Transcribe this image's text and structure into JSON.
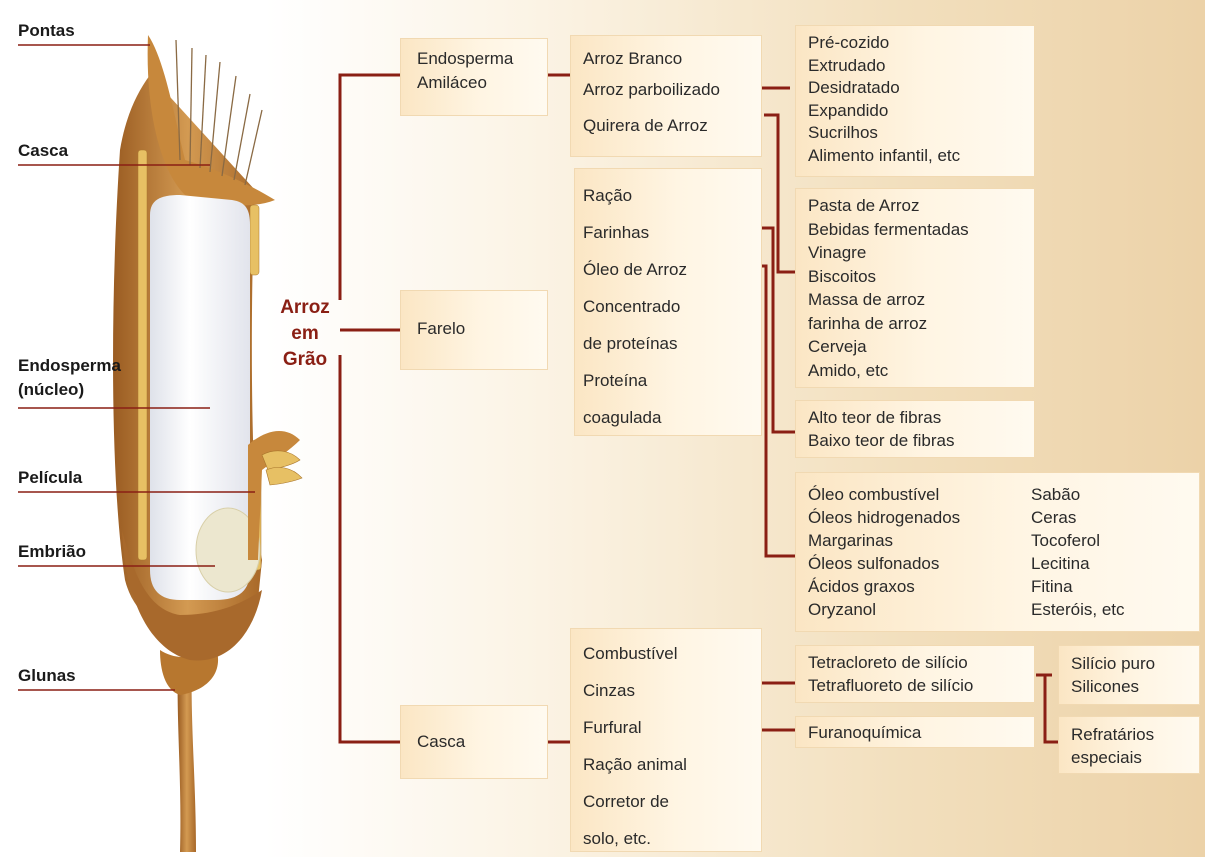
{
  "colors": {
    "connector": "#8a1f14",
    "husk": "#c98a3c",
    "endosperm": "#f3f4f8",
    "accent_text": "#8a1f14"
  },
  "grain_parts": [
    "Pontas",
    "Casca",
    "Endosperma",
    "(núcleo)",
    "Película",
    "Embrião",
    "Glunas"
  ],
  "root": [
    "Arroz",
    "em",
    "Grão"
  ],
  "level1": {
    "endosperma": [
      "Endosperma",
      "Amiláceo"
    ],
    "farelo": "Farelo",
    "casca": "Casca"
  },
  "level2": {
    "endosperma": [
      "Arroz Branco",
      "Arroz parboilizado",
      "Quirera de Arroz"
    ],
    "farelo": [
      "Ração",
      "Farinhas",
      "Óleo de Arroz",
      "Concentrado",
      "de proteínas",
      "Proteína",
      "coagulada"
    ],
    "casca": [
      "Combustível",
      "Cinzas",
      "Furfural",
      "Ração animal",
      "Corretor de",
      "solo, etc."
    ]
  },
  "level3": {
    "processados": [
      "Pré-cozido",
      "Extrudado",
      "Desidratado",
      "Expandido",
      "Sucrilhos",
      "Alimento infantil, etc"
    ],
    "alimentos": [
      "Pasta de Arroz",
      "Bebidas fermentadas",
      "Vinagre",
      "Biscoitos",
      "Massa de arroz",
      "farinha de arroz",
      "Cerveja",
      "Amido, etc"
    ],
    "fibras": [
      "Alto teor de fibras",
      "Baixo teor de fibras"
    ],
    "oleo_col1": [
      "Óleo combustível",
      "Óleos hidrogenados",
      "Margarinas",
      "Óleos sulfonados",
      "Ácidos graxos",
      "Oryzanol"
    ],
    "oleo_col2": [
      "Sabão",
      "Ceras",
      "Tocoferol",
      "Lecitina",
      "Fitina",
      "Esteróis, etc"
    ],
    "silicio": [
      "Tetracloreto de silício",
      "Tetrafluoreto de silício"
    ],
    "furano": "Furanoquímica"
  },
  "level4": {
    "silicio": [
      "Silício puro",
      "Silicones"
    ],
    "refratarios": [
      "Refratários",
      "especiais"
    ]
  }
}
